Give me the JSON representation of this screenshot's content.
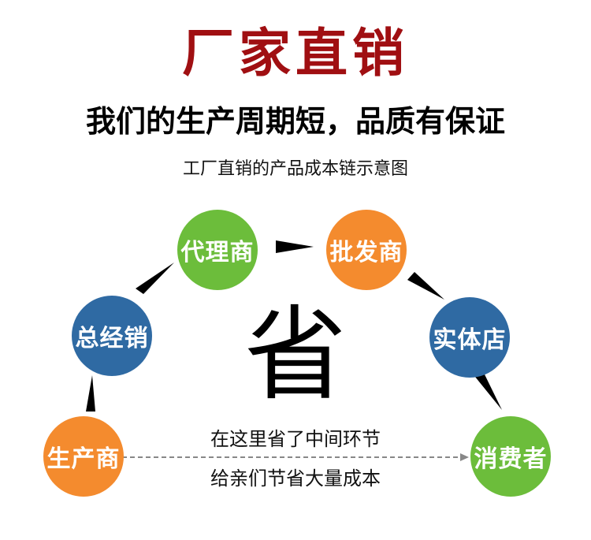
{
  "title": "厂家直销",
  "subtitle": "我们的生产周期短，品质有保证",
  "caption": "工厂直销的产品成本链示意图",
  "center_char": "省",
  "notes": [
    "在这里省了中间环节",
    "给亲们节省大量成本"
  ],
  "colors": {
    "title": "#a00f12",
    "green": "#6cbd3b",
    "orange": "#f48b2e",
    "blue": "#2f6aa3",
    "arrow": "#000000",
    "dash": "#888888"
  },
  "nodes": [
    {
      "id": "producer",
      "label": "生产商",
      "color": "orange"
    },
    {
      "id": "general-distributor",
      "label": "总经销",
      "color": "blue"
    },
    {
      "id": "agent",
      "label": "代理商",
      "color": "green"
    },
    {
      "id": "wholesaler",
      "label": "批发商",
      "color": "orange"
    },
    {
      "id": "retail-store",
      "label": "实体店",
      "color": "blue"
    },
    {
      "id": "consumer",
      "label": "消费者",
      "color": "green"
    }
  ]
}
